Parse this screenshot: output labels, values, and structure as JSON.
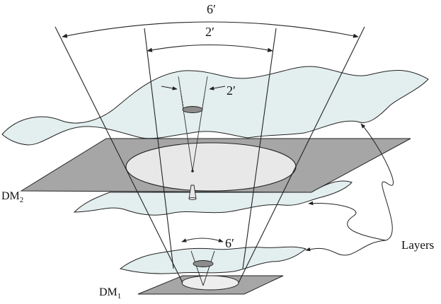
{
  "labels": {
    "outer_angle": "6′",
    "mid_angle": "2′",
    "inner_angle": "2′",
    "lower_angle": "6′",
    "dm2_main": "DM",
    "dm2_sub": "2",
    "dm1_main": "DM",
    "dm1_sub": "1",
    "layers": "Layers"
  },
  "colors": {
    "layer_fill": "#e3eeee",
    "plate_fill": "#a6a6a6",
    "ellipse_fill": "#e8e8e8",
    "spot_fill": "#8c8c8c",
    "stroke": "#222222"
  }
}
